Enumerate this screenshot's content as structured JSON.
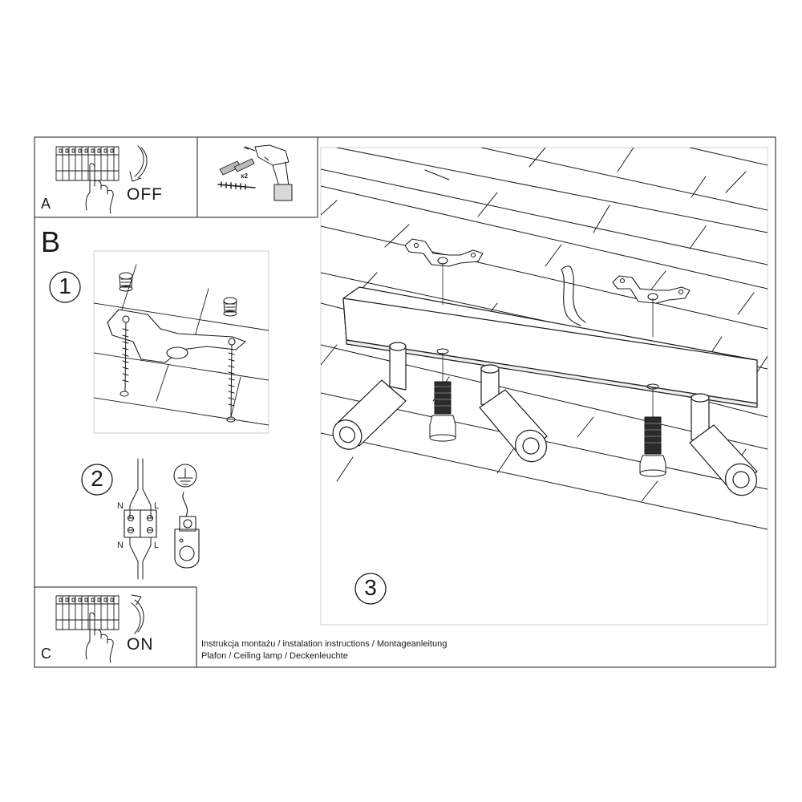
{
  "panels": {
    "a": {
      "label": "A",
      "switch_text": "OFF"
    },
    "tools": {
      "quantity": "x2"
    },
    "b": {
      "label": "B"
    },
    "c": {
      "label": "C",
      "switch_text": "ON"
    }
  },
  "steps": [
    "1",
    "2",
    "3"
  ],
  "wiring": {
    "top_left": "N",
    "top_right": "L",
    "bottom_left": "N",
    "bottom_right": "L"
  },
  "icons": [
    "circuit-breaker-icon",
    "hand-icon",
    "arrow-down-icon",
    "arrow-up-icon",
    "drill-icon",
    "wall-plug-icon",
    "screw-icon",
    "ground-symbol-icon",
    "terminal-block-icon",
    "bracket-icon",
    "spotlight-icon",
    "bolt-icon"
  ],
  "caption": {
    "line1": "Instrukcja montażu / instalation instructions / Montageanleitung",
    "line2": "Plafon / Ceiling lamp / Deckenleuchte"
  }
}
